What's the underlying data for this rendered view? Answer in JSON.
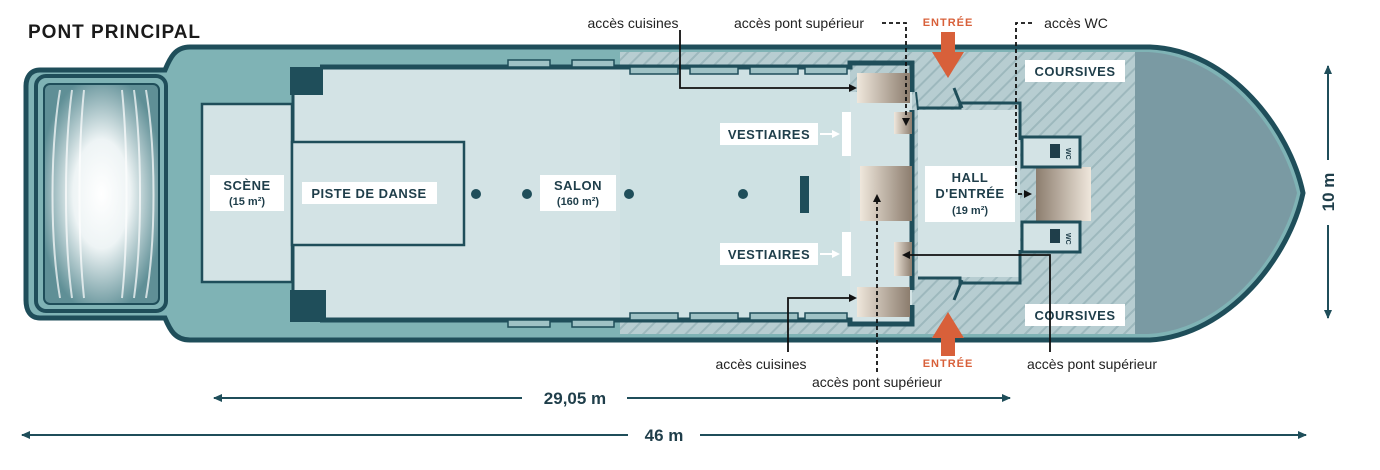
{
  "title": "PONT PRINCIPAL",
  "rooms": {
    "scene": {
      "name": "SCÈNE",
      "area": "(15 m²)"
    },
    "dance": {
      "name": "PISTE DE DANSE"
    },
    "salon": {
      "name": "SALON",
      "area": "(160 m²)"
    },
    "hall": {
      "line1": "HALL",
      "line2": "D'ENTRÉE",
      "area": "(19 m²)"
    },
    "vestiaires_top": "VESTIAIRES",
    "vestiaires_bottom": "VESTIAIRES",
    "coursives_top": "COURSIVES",
    "coursives_bottom": "COURSIVES",
    "wc_top": "WC",
    "wc_bottom": "WC"
  },
  "entries": {
    "top": "ENTRÉE",
    "bottom": "ENTRÉE"
  },
  "annotations": {
    "top_kitchen": "accès cuisines",
    "top_upper": "accès pont supérieur",
    "top_wc": "accès WC",
    "bottom_kitchen": "accès cuisines",
    "bottom_upper_center": "accès pont supérieur",
    "bottom_upper_right": "accès pont supérieur"
  },
  "dimensions": {
    "salon_length": "29,05 m",
    "total_length": "46 m",
    "width": "10 m"
  },
  "colors": {
    "hull_dark": "#1f4e5a",
    "hull_mid": "#7fb3b5",
    "floor": "#d3e3e5",
    "bow": "#7a9aa3",
    "entry": "#d8603a"
  }
}
